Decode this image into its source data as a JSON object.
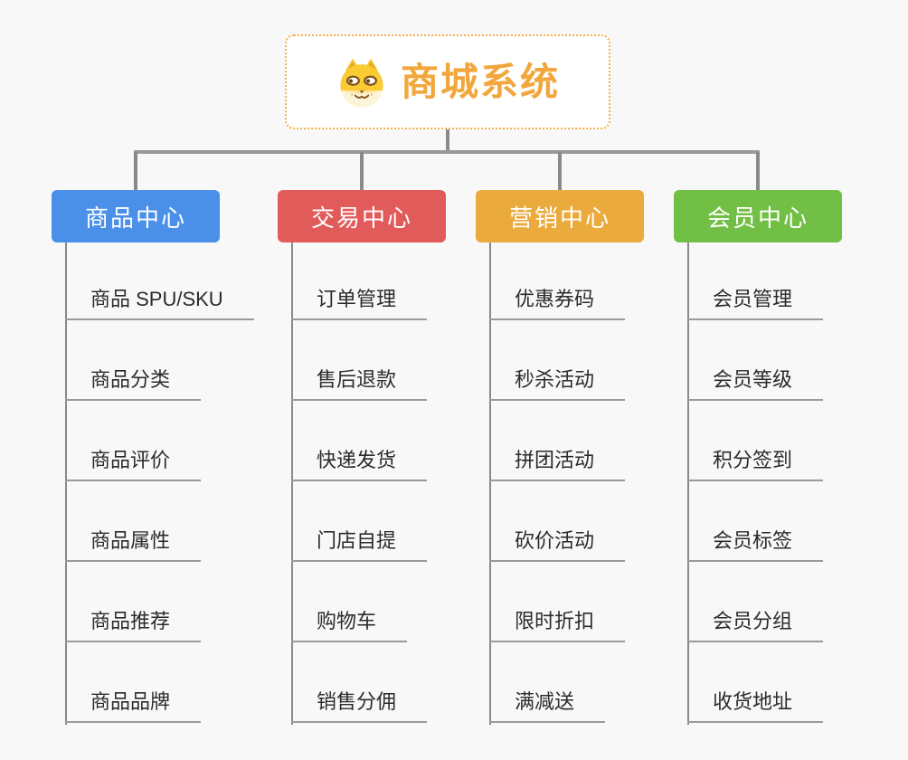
{
  "root": {
    "label": "商城系统",
    "icon": "dog-face-icon"
  },
  "branches": [
    {
      "label": "商品中心",
      "color": "#4a90e8",
      "items": [
        "商品 SPU/SKU",
        "商品分类",
        "商品评价",
        "商品属性",
        "商品推荐",
        "商品品牌"
      ]
    },
    {
      "label": "交易中心",
      "color": "#e25b5b",
      "items": [
        "订单管理",
        "售后退款",
        "快递发货",
        "门店自提",
        "购物车",
        "销售分佣"
      ]
    },
    {
      "label": "营销中心",
      "color": "#ebaa3c",
      "items": [
        "优惠券码",
        "秒杀活动",
        "拼团活动",
        "砍价活动",
        "限时折扣",
        "满减送"
      ]
    },
    {
      "label": "会员中心",
      "color": "#72bf45",
      "items": [
        "会员管理",
        "会员等级",
        "积分签到",
        "会员标签",
        "会员分组",
        "收货地址"
      ]
    }
  ],
  "colors": {
    "background": "#f8f8f8",
    "connector": "#9a9a9a",
    "spine": "#8a8a8a",
    "root_border": "#f2b04a",
    "root_text": "#f2a73d",
    "header_text": "#ffffff",
    "leaf_text": "#2b2b2b"
  }
}
